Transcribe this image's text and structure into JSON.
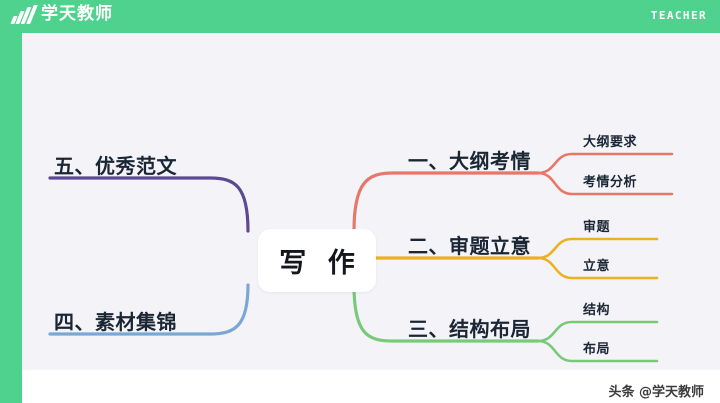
{
  "header": {
    "brand_name": "学天教师",
    "brand_mark_icon": "slanted-bars-logo-icon",
    "right_label": "TEACHER",
    "background_color": "#4ed28d"
  },
  "canvas": {
    "background_color": "#f4f4f8",
    "frame_color": "#ffffff"
  },
  "mindmap": {
    "center": {
      "label": "写  作"
    },
    "right_branches": [
      {
        "label": "一、大纲考情",
        "color": "#e8776b",
        "children": [
          {
            "label": "大纲要求"
          },
          {
            "label": "考情分析"
          }
        ]
      },
      {
        "label": "二、审题立意",
        "color": "#edb01f",
        "children": [
          {
            "label": "审题"
          },
          {
            "label": "立意"
          }
        ]
      },
      {
        "label": "三、结构布局",
        "color": "#78c97a",
        "children": [
          {
            "label": "结构"
          },
          {
            "label": "布局"
          }
        ]
      }
    ],
    "left_branches": [
      {
        "label": "五、优秀范文",
        "color": "#5b4a92",
        "children": []
      },
      {
        "label": "四、素材集锦",
        "color": "#7aa8d4",
        "children": []
      }
    ]
  },
  "footer": {
    "watermark": "头条 @学天教师"
  }
}
